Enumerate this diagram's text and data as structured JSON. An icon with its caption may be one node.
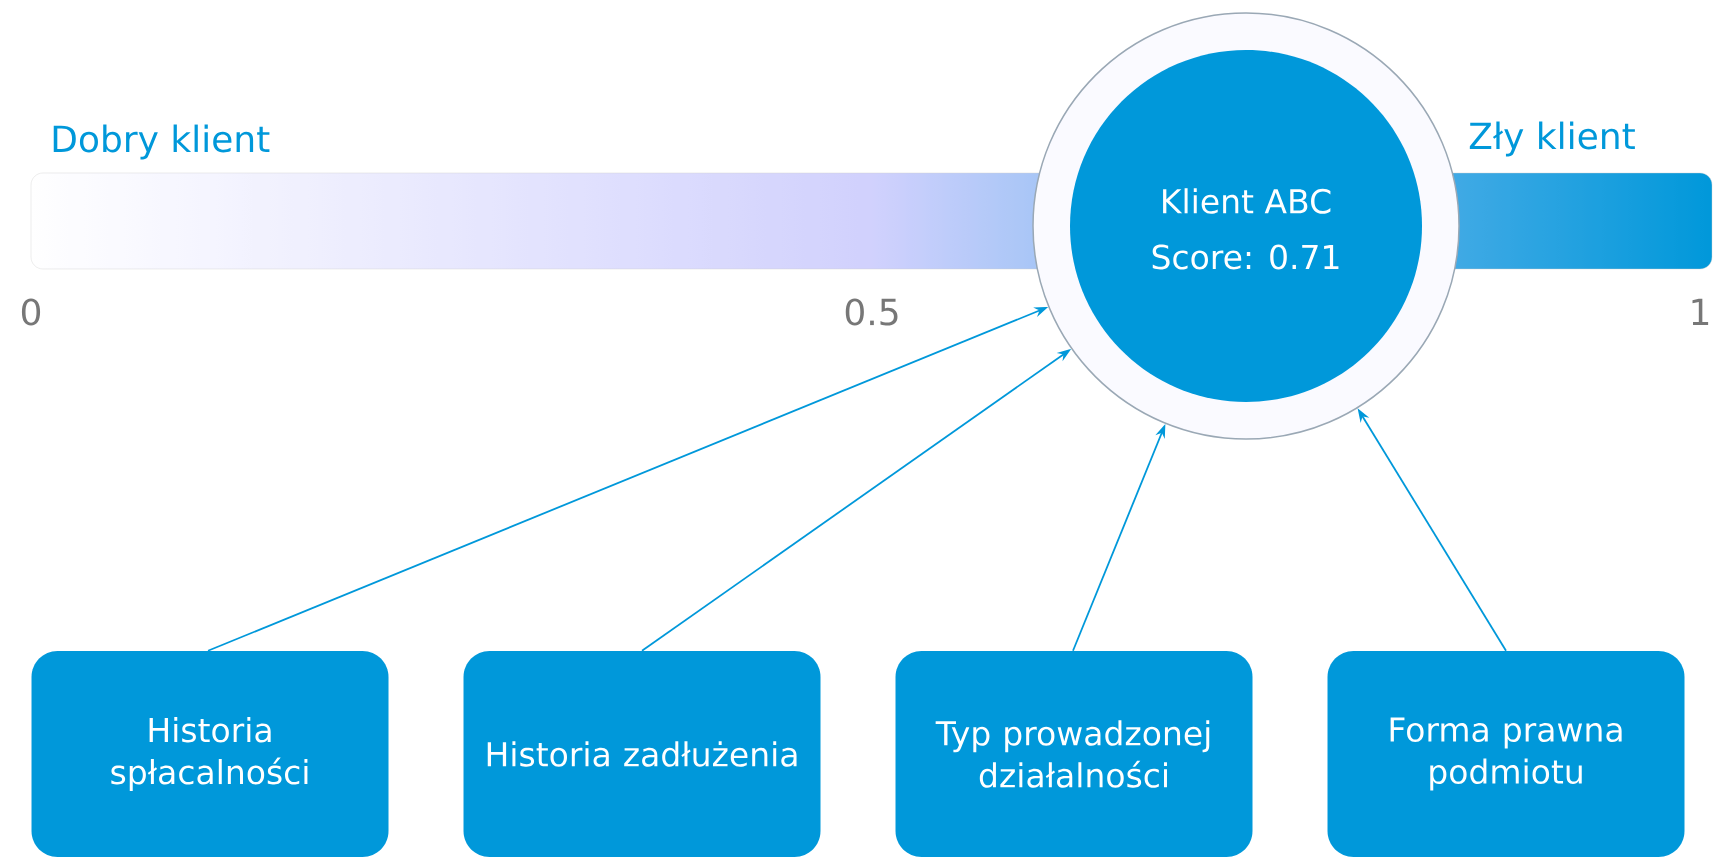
{
  "diagram": {
    "nodes": [
      {
        "text": [
          "Klient ABC",
          "Score: 0.71"
        ]
      },
      {
        "text": [
          "Historia spłacalności"
        ]
      },
      {
        "text": [
          "Historia zadłużenia"
        ]
      },
      {
        "text": [
          "Typ prowadzonej działalności"
        ]
      },
      {
        "text": [
          "Forma prawna podmiotu"
        ]
      }
    ],
    "edges": [
      {
        "from": 1,
        "to": 0,
        "arrow": "to"
      },
      {
        "from": 2,
        "to": 0,
        "arrow": "to"
      },
      {
        "from": 3,
        "to": 0,
        "arrow": "to"
      },
      {
        "from": 4,
        "to": 0,
        "arrow": "to"
      }
    ],
    "labels": [
      "Dobry klient",
      "Zły klient",
      "0",
      "0.5",
      "1"
    ]
  }
}
